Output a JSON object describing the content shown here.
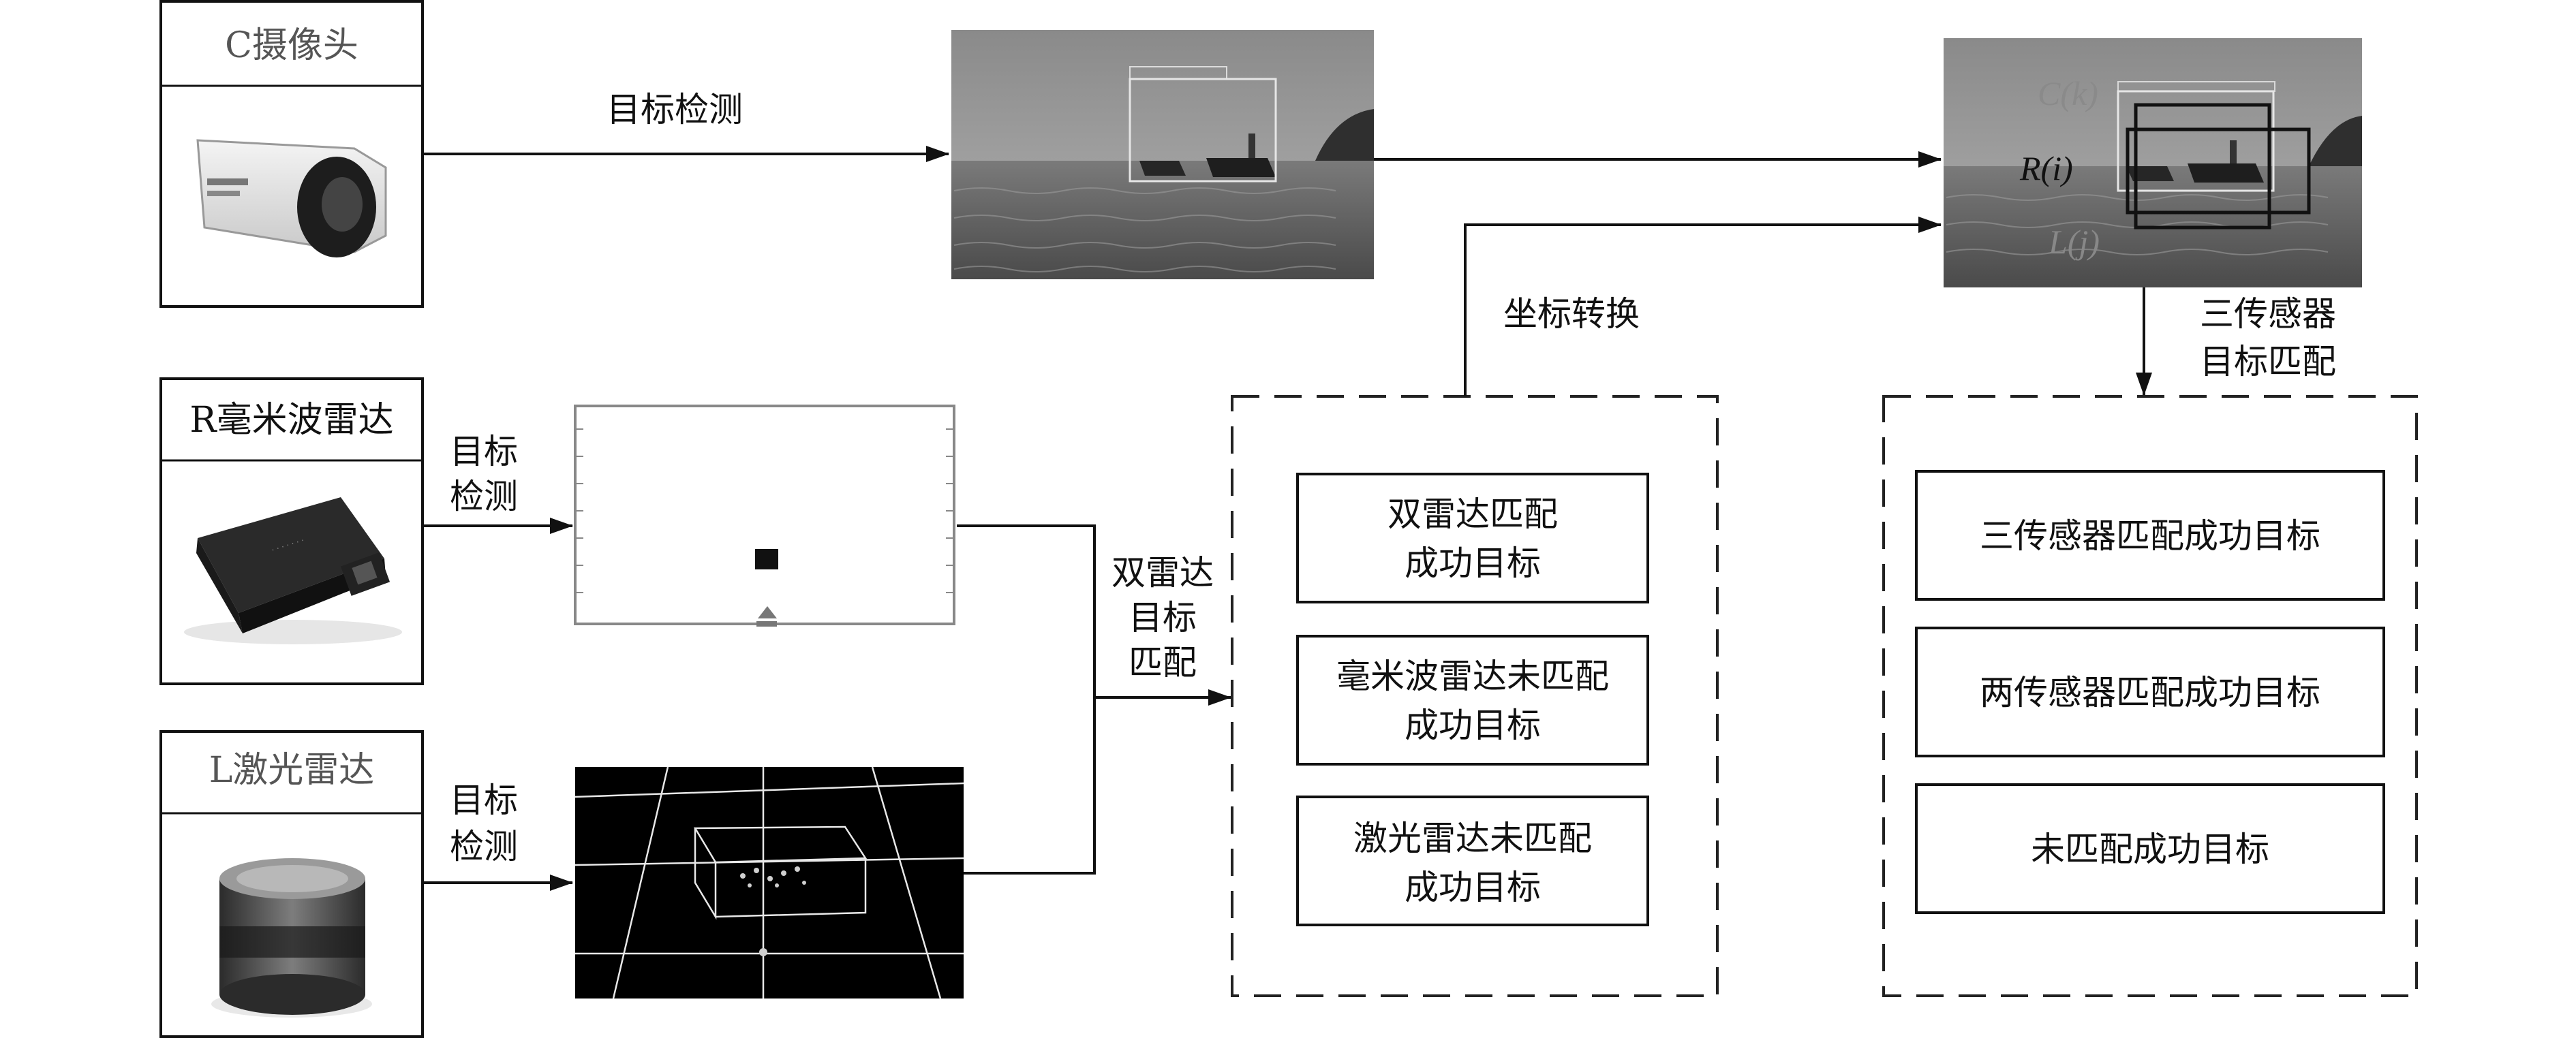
{
  "sensors": {
    "camera": {
      "label": "C摄像头",
      "icon": "surveillance-camera-icon"
    },
    "radar": {
      "label": "R毫米波雷达",
      "icon": "mmwave-radar-device-icon"
    },
    "lidar": {
      "label": "L激光雷达",
      "icon": "lidar-device-icon"
    }
  },
  "edges": {
    "camera_detect": "目标检测",
    "radar_detect": [
      "目标",
      "检测"
    ],
    "lidar_detect": [
      "目标",
      "检测"
    ],
    "dual_match": [
      "双雷达",
      "目标",
      "匹配"
    ],
    "coord_transform": "坐标转换",
    "tri_match": [
      "三传感器",
      "目标匹配"
    ]
  },
  "images": {
    "detection_result": {
      "icon": "sea-boat-detection-image"
    },
    "radar_plot": {
      "icon": "radar-target-plot"
    },
    "lidar_pointcloud": {
      "icon": "lidar-point-cloud-image"
    },
    "fused_result": {
      "icon": "fused-detection-image",
      "labels": {
        "c_prefix": "C(",
        "c_var": "k",
        "c_suffix": ")",
        "r_prefix": "R(",
        "r_var": "i",
        "r_suffix": ")",
        "l_prefix": "L(",
        "l_var": "j",
        "l_suffix": ")"
      }
    }
  },
  "dual_radar_group": {
    "items": [
      [
        "双雷达匹配",
        "成功目标"
      ],
      [
        "毫米波雷达未匹配",
        "成功目标"
      ],
      [
        "激光雷达未匹配",
        "成功目标"
      ]
    ]
  },
  "tri_sensor_group": {
    "items": [
      "三传感器匹配成功目标",
      "两传感器匹配成功目标",
      "未匹配成功目标"
    ]
  },
  "colors": {
    "line": "#111111",
    "dashed": "#222222"
  }
}
